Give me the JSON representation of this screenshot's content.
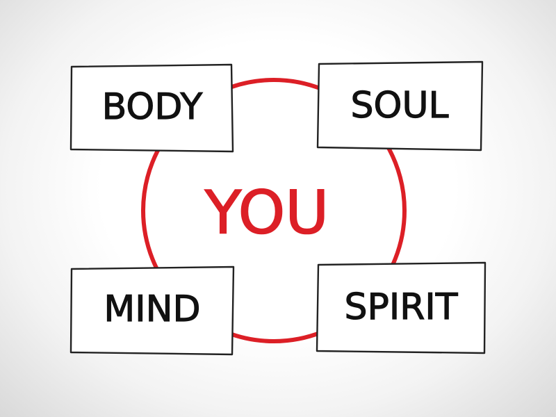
{
  "diagram": {
    "center": {
      "label": "YOU",
      "color": "#dc1f26"
    },
    "boxes": {
      "body": {
        "label": "BODY"
      },
      "soul": {
        "label": "SOUL"
      },
      "mind": {
        "label": "MIND"
      },
      "spirit": {
        "label": "SPIRIT"
      }
    },
    "colors": {
      "ink": "#111111",
      "ring": "#dc1f26",
      "box_fill": "#ffffff"
    }
  }
}
